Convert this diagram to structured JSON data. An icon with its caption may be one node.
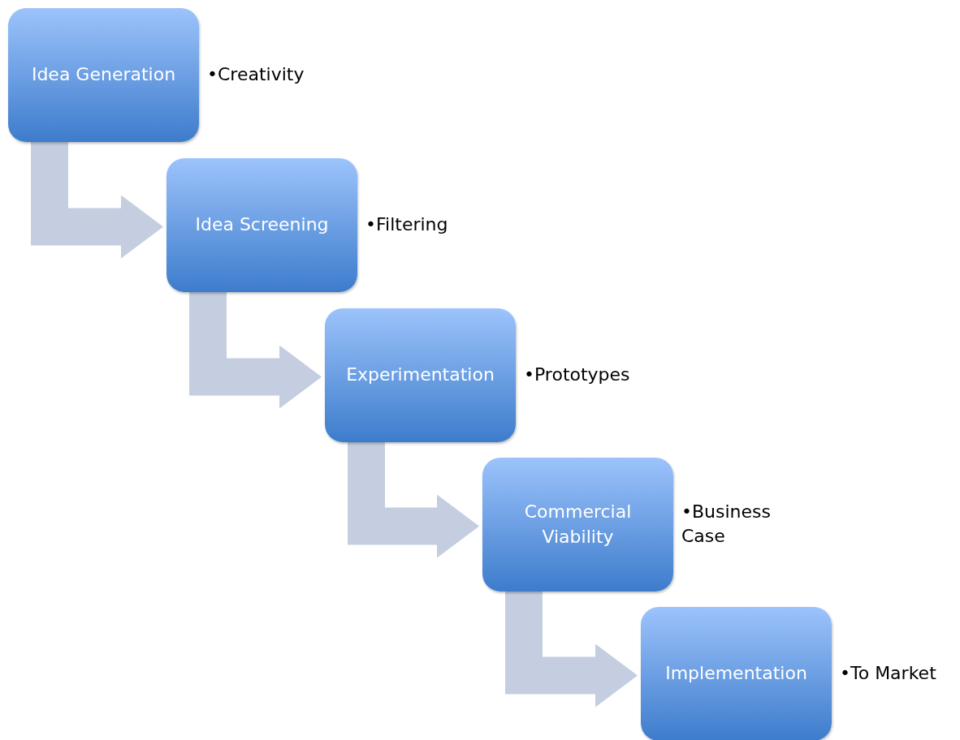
{
  "diagram": {
    "nodes": [
      {
        "text": [
          "Idea Generation"
        ],
        "beside": [
          "•Creativity"
        ]
      },
      {
        "text": [
          "Idea Screening"
        ],
        "beside": [
          "•Filtering"
        ]
      },
      {
        "text": [
          "Experimentation"
        ],
        "beside": [
          "•Prototypes"
        ]
      },
      {
        "text": [
          "Commercial Viability"
        ],
        "beside": [
          "•Business Case"
        ]
      },
      {
        "text": [
          "Implementation"
        ],
        "beside": [
          "•To Market"
        ]
      }
    ],
    "edges": [
      {
        "from": 0,
        "to": 1,
        "arrow": "to"
      },
      {
        "from": 1,
        "to": 2,
        "arrow": "to"
      },
      {
        "from": 2,
        "to": 3,
        "arrow": "to"
      },
      {
        "from": 3,
        "to": 4,
        "arrow": "to"
      }
    ]
  }
}
